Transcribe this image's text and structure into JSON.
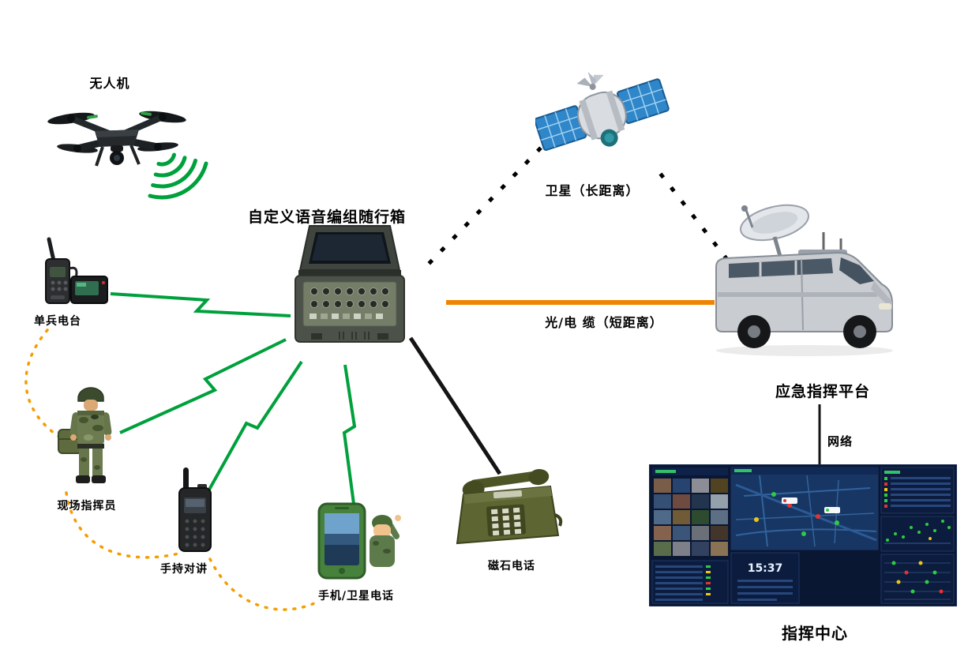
{
  "diagram": {
    "nodes": {
      "drone": {
        "label": "无人机"
      },
      "case": {
        "label": "自定义语音编组随行箱"
      },
      "satellite": {
        "label": "卫星（长距离）"
      },
      "van": {
        "label": "应急指挥平台"
      },
      "command_center": {
        "label": "指挥中心",
        "clock": "15:37"
      },
      "soldier_radio": {
        "label": "单兵电台"
      },
      "field_commander": {
        "label": "现场指挥员"
      },
      "handheld_radio": {
        "label": "手持对讲"
      },
      "sat_phone": {
        "label": "手机/卫星电话"
      },
      "magneto_phone": {
        "label": "磁石电话"
      }
    },
    "links": {
      "cable": {
        "label": "光/电 缆（短距离）"
      },
      "network": {
        "label": "网络"
      }
    },
    "edges": [
      {
        "from": "drone",
        "to": "case",
        "type": "wireless"
      },
      {
        "from": "soldier_radio",
        "to": "case",
        "type": "wireless"
      },
      {
        "from": "field_commander",
        "to": "case",
        "type": "wireless"
      },
      {
        "from": "handheld_radio",
        "to": "case",
        "type": "wireless"
      },
      {
        "from": "sat_phone",
        "to": "case",
        "type": "wireless"
      },
      {
        "from": "magneto_phone",
        "to": "case",
        "type": "wired"
      },
      {
        "from": "case",
        "to": "satellite",
        "type": "satellite-link"
      },
      {
        "from": "satellite",
        "to": "van",
        "type": "satellite-link"
      },
      {
        "from": "case",
        "to": "van",
        "type": "cable"
      },
      {
        "from": "van",
        "to": "command_center",
        "type": "network"
      },
      {
        "from": "soldier_radio",
        "to": "field_commander",
        "type": "adhoc-dotted"
      },
      {
        "from": "field_commander",
        "to": "handheld_radio",
        "type": "adhoc-dotted"
      },
      {
        "from": "handheld_radio",
        "to": "sat_phone",
        "type": "adhoc-dotted"
      }
    ],
    "colors": {
      "wireless": "#00a03c",
      "cable": "#f08300",
      "adhoc_dotted": "#f59d00",
      "wired": "#141414"
    }
  }
}
